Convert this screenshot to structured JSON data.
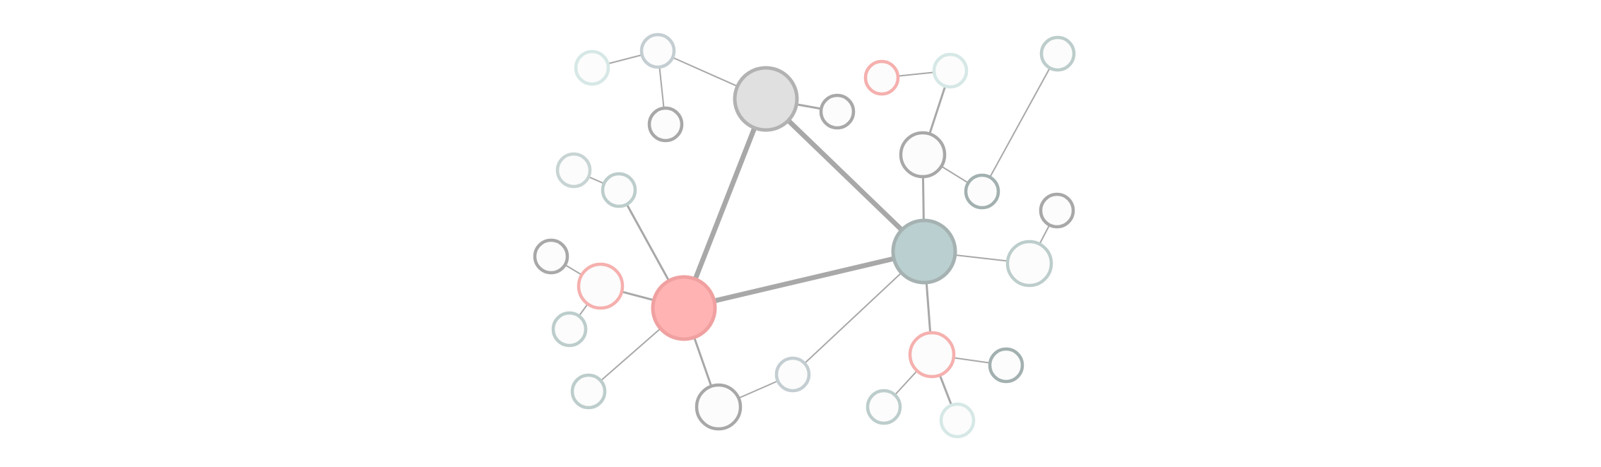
{
  "colors": {
    "background": "#ffffff",
    "edge": "#a8a8a8",
    "node_fill_default": "#fcfcfc",
    "grey_fill": "#e0e0e0",
    "grey_stroke": "#b2b2b2",
    "red_fill": "#ffb3b3",
    "red_stroke": "#f0a0a0",
    "teal_fill": "#bacfcf",
    "teal_stroke": "#a6b2b2"
  },
  "graph": {
    "nodes": [
      {
        "id": "hub-grey",
        "kind": "hub",
        "color": "grey"
      },
      {
        "id": "hub-red",
        "kind": "hub",
        "color": "red"
      },
      {
        "id": "hub-teal",
        "kind": "hub",
        "color": "teal"
      },
      {
        "id": "n-top-left",
        "kind": "leaf",
        "color": "grey-blue"
      },
      {
        "id": "n-top-left-outer",
        "kind": "leaf",
        "color": "pale-teal"
      },
      {
        "id": "n-top-left-low",
        "kind": "leaf",
        "color": "dark-grey"
      },
      {
        "id": "n-grey-right",
        "kind": "leaf",
        "color": "dark-grey"
      },
      {
        "id": "n-left-upper",
        "kind": "leaf",
        "color": "grey-teal"
      },
      {
        "id": "n-left-upper-outer",
        "kind": "leaf",
        "color": "light-grey-teal"
      },
      {
        "id": "n-left-red",
        "kind": "leaf",
        "color": "pink"
      },
      {
        "id": "n-far-left",
        "kind": "leaf",
        "color": "dark-grey"
      },
      {
        "id": "n-left-lower",
        "kind": "leaf",
        "color": "grey-teal"
      },
      {
        "id": "n-bottom-left",
        "kind": "leaf",
        "color": "grey-teal"
      },
      {
        "id": "n-bottom-mid",
        "kind": "leaf",
        "color": "dark-grey"
      },
      {
        "id": "n-bottom-center",
        "kind": "leaf",
        "color": "grey-blue"
      },
      {
        "id": "n-upper-right-mid",
        "kind": "leaf",
        "color": "dark-grey"
      },
      {
        "id": "n-top-pink",
        "kind": "leaf",
        "color": "pink"
      },
      {
        "id": "n-top-pale",
        "kind": "leaf",
        "color": "pale-teal"
      },
      {
        "id": "n-right-small",
        "kind": "leaf",
        "color": "dark-grey-teal"
      },
      {
        "id": "n-far-top-right",
        "kind": "leaf",
        "color": "grey-teal"
      },
      {
        "id": "n-right-mid",
        "kind": "leaf",
        "color": "grey-teal"
      },
      {
        "id": "n-right-far",
        "kind": "leaf",
        "color": "dark-grey"
      },
      {
        "id": "n-bottom-right-pink",
        "kind": "leaf",
        "color": "pink"
      },
      {
        "id": "n-bottom-right-dark",
        "kind": "leaf",
        "color": "dark-grey-teal"
      },
      {
        "id": "n-bottom-right-low",
        "kind": "leaf",
        "color": "grey-teal"
      },
      {
        "id": "n-bottom-right-pale",
        "kind": "leaf",
        "color": "pale-teal"
      }
    ],
    "edges": [
      {
        "source": "hub-grey",
        "target": "hub-red",
        "weight": "heavy"
      },
      {
        "source": "hub-grey",
        "target": "hub-teal",
        "weight": "heavy"
      },
      {
        "source": "hub-red",
        "target": "hub-teal",
        "weight": "heavy"
      },
      {
        "source": "hub-grey",
        "target": "n-top-left",
        "weight": "light"
      },
      {
        "source": "n-top-left",
        "target": "n-top-left-outer",
        "weight": "light"
      },
      {
        "source": "n-top-left",
        "target": "n-top-left-low",
        "weight": "light"
      },
      {
        "source": "hub-grey",
        "target": "n-grey-right",
        "weight": "medium"
      },
      {
        "source": "hub-red",
        "target": "n-left-upper",
        "weight": "medium"
      },
      {
        "source": "n-left-upper",
        "target": "n-left-upper-outer",
        "weight": "light"
      },
      {
        "source": "hub-red",
        "target": "n-left-red",
        "weight": "medium"
      },
      {
        "source": "n-left-red",
        "target": "n-far-left",
        "weight": "light"
      },
      {
        "source": "n-left-red",
        "target": "n-left-lower",
        "weight": "light"
      },
      {
        "source": "hub-red",
        "target": "n-bottom-left",
        "weight": "light"
      },
      {
        "source": "hub-red",
        "target": "n-bottom-mid",
        "weight": "medium"
      },
      {
        "source": "n-bottom-mid",
        "target": "n-bottom-center",
        "weight": "light"
      },
      {
        "source": "n-bottom-center",
        "target": "hub-teal",
        "weight": "light"
      },
      {
        "source": "hub-teal",
        "target": "n-upper-right-mid",
        "weight": "medium"
      },
      {
        "source": "n-upper-right-mid",
        "target": "n-top-pale",
        "weight": "medium"
      },
      {
        "source": "n-top-pale",
        "target": "n-top-pink",
        "weight": "light"
      },
      {
        "source": "n-upper-right-mid",
        "target": "n-right-small",
        "weight": "light"
      },
      {
        "source": "n-right-small",
        "target": "n-far-top-right",
        "weight": "light"
      },
      {
        "source": "hub-teal",
        "target": "n-right-mid",
        "weight": "light"
      },
      {
        "source": "n-right-mid",
        "target": "n-right-far",
        "weight": "light"
      },
      {
        "source": "hub-teal",
        "target": "n-bottom-right-pink",
        "weight": "medium"
      },
      {
        "source": "n-bottom-right-pink",
        "target": "n-bottom-right-dark",
        "weight": "light"
      },
      {
        "source": "n-bottom-right-pink",
        "target": "n-bottom-right-low",
        "weight": "light"
      },
      {
        "source": "n-bottom-right-pink",
        "target": "n-bottom-right-pale",
        "weight": "medium"
      }
    ]
  }
}
